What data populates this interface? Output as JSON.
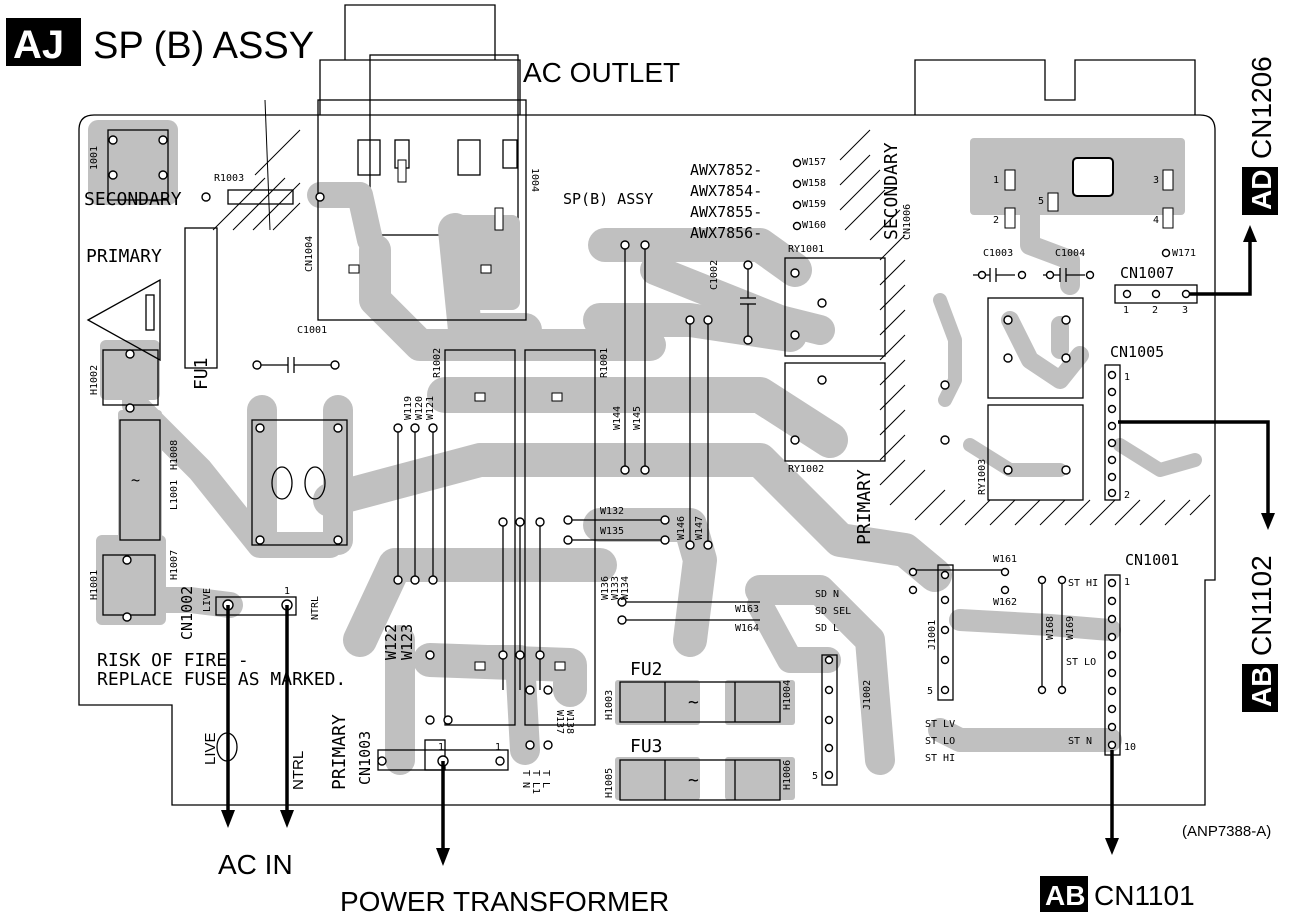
{
  "title": {
    "badge": "AJ",
    "text": "SP (B) ASSY"
  },
  "outer_labels": {
    "ac_outlet": "AC OUTLET",
    "ac_in": "AC IN",
    "power_transformer": "POWER TRANSFORMER",
    "part_number": "(ANP7388-A)"
  },
  "connectors_out": {
    "ad": {
      "badge": "AD",
      "text": "CN1206"
    },
    "ab1": {
      "badge": "AB",
      "text": "CN1102"
    },
    "ab2": {
      "badge": "AB",
      "text": "CN1101"
    }
  },
  "board_text": {
    "secondary_left": "SECONDARY",
    "primary_left": "PRIMARY",
    "secondary_right": "SECONDARY",
    "primary_right": "PRIMARY",
    "primary_bottom": "PRIMARY",
    "sp_b_assy": "SP(B) ASSY",
    "risk_line1": "RISK OF FIRE -",
    "risk_line2": "REPLACE FUSE AS MARKED.",
    "live": "LIVE",
    "ntrl": "NTRL",
    "fu1": "FU1",
    "fu2": "FU2",
    "fu3": "FU3"
  },
  "variants": [
    {
      "model": "AWX7852-",
      "wire": "W157"
    },
    {
      "model": "AWX7854-",
      "wire": "W158"
    },
    {
      "model": "AWX7855-",
      "wire": "W159"
    },
    {
      "model": "AWX7856-",
      "wire": "W160"
    }
  ],
  "refs": {
    "r1003": "R1003",
    "c1001": "C1001",
    "c1002": "C1002",
    "c1003": "C1003",
    "c1004": "C1004",
    "cn1004": "CN1004",
    "cn1006": "CN1006",
    "cn1007": "CN1007",
    "cn1005": "CN1005",
    "cn1001": "CN1001",
    "cn1002": "CN1002",
    "cn1003": "CN1003",
    "ry1001": "RY1001",
    "ry1002": "RY1002",
    "ry1003": "RY1003",
    "r1002": "R1002",
    "r1001": "R1001",
    "h1002": "H1002",
    "h1008": "H1008",
    "l1001": "L1001",
    "h1007": "H1007",
    "h1001": "H1001",
    "h1003": "H1003",
    "h1004": "H1004",
    "h1005": "H1005",
    "h1006": "H1006",
    "j1001": "J1001",
    "j1002": "J1002",
    "w119": "W119",
    "w120": "W120",
    "w121": "W121",
    "w122": "W122",
    "w123": "W123",
    "w144": "W144",
    "w145": "W145",
    "w132": "W132",
    "w135": "W135",
    "w146": "W146",
    "w147": "W147",
    "w136": "W136",
    "w133": "W133",
    "w134": "W134",
    "w137": "W137",
    "w138": "W138",
    "w161": "W161",
    "w162": "W162",
    "w163": "W163",
    "w164": "W164",
    "w168": "W168",
    "w169": "W169",
    "w171": "W171",
    "ref1001": "1001",
    "ref1004": "1004"
  },
  "signals": {
    "sd_n": "SD N",
    "sd_sel": "SD SEL",
    "sd_l": "SD L",
    "st_hi": "ST HI",
    "st_lo": "ST LO",
    "st_n": "ST N",
    "st_lv_b": "ST LV",
    "st_lo_b": "ST LO",
    "st_hi_b": "ST HI",
    "t_n": "T N",
    "t_l1": "T L1",
    "t_l": "T L"
  },
  "pins": {
    "one": "1",
    "two": "2",
    "three": "3",
    "four": "4",
    "five": "5",
    "ten": "10"
  }
}
